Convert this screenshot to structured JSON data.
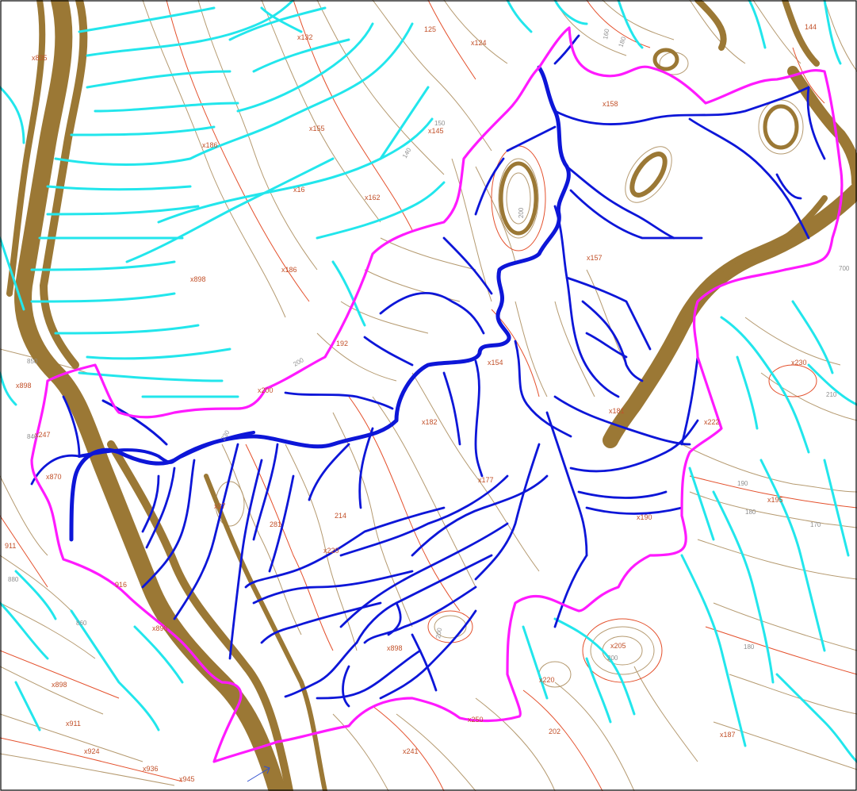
{
  "map": {
    "colors": {
      "contour_minor": "#b59a70",
      "contour_index": "#e4502c",
      "ridge": "#9b7835",
      "stream_outside": "#22e6ec",
      "stream_inside": "#0d16d8",
      "watershed_boundary": "#ff1aff",
      "label": "#c2512a"
    },
    "spot_heights": [
      {
        "id": "sh-835",
        "label": "x835"
      },
      {
        "id": "sh-132",
        "label": "x132"
      },
      {
        "id": "sh-124",
        "label": "x124"
      },
      {
        "id": "sh-144",
        "label": "144"
      },
      {
        "id": "sh-125",
        "label": "125"
      },
      {
        "id": "sh-158",
        "label": "x158"
      },
      {
        "id": "sh-155",
        "label": "x155"
      },
      {
        "id": "sh-145",
        "label": "x145"
      },
      {
        "id": "sh-186a",
        "label": "x186"
      },
      {
        "id": "sh-162",
        "label": "x162"
      },
      {
        "id": "sh-16",
        "label": "x16"
      },
      {
        "id": "sh-157",
        "label": "x157"
      },
      {
        "id": "sh-898a",
        "label": "x898"
      },
      {
        "id": "sh-186b",
        "label": "x186"
      },
      {
        "id": "sh-192",
        "label": "192"
      },
      {
        "id": "sh-154",
        "label": "x154"
      },
      {
        "id": "sh-230",
        "label": "x230"
      },
      {
        "id": "sh-898b",
        "label": "x898"
      },
      {
        "id": "sh-247",
        "label": "x247"
      },
      {
        "id": "sh-200a",
        "label": "x200"
      },
      {
        "id": "sh-182",
        "label": "x182"
      },
      {
        "id": "sh-181",
        "label": "x181"
      },
      {
        "id": "sh-222",
        "label": "x222"
      },
      {
        "id": "sh-870",
        "label": "x870"
      },
      {
        "id": "sh-177",
        "label": "x177"
      },
      {
        "id": "sh-195",
        "label": "x195"
      },
      {
        "id": "sh-37",
        "label": "x37"
      },
      {
        "id": "sh-214",
        "label": "214"
      },
      {
        "id": "sh-190",
        "label": "x190"
      },
      {
        "id": "sh-911",
        "label": "911"
      },
      {
        "id": "sh-220",
        "label": "x220"
      },
      {
        "id": "sh-916",
        "label": "916"
      },
      {
        "id": "sh-898c",
        "label": "x898"
      },
      {
        "id": "sh-898d",
        "label": "x898"
      },
      {
        "id": "sh-205",
        "label": "x205"
      },
      {
        "id": "sh-898e",
        "label": "x898"
      },
      {
        "id": "sh-220b",
        "label": "x220"
      },
      {
        "id": "sh-911b",
        "label": "x911"
      },
      {
        "id": "sh-924",
        "label": "x924"
      },
      {
        "id": "sh-241",
        "label": "x241"
      },
      {
        "id": "sh-202",
        "label": "202"
      },
      {
        "id": "sh-187",
        "label": "x187"
      },
      {
        "id": "sh-936",
        "label": "x936"
      },
      {
        "id": "sh-945",
        "label": "x945"
      },
      {
        "id": "sh-281",
        "label": "281"
      },
      {
        "id": "sh-250",
        "label": "x250"
      }
    ],
    "contour_labels": [
      {
        "id": "cl-180a",
        "label": "180"
      },
      {
        "id": "cl-160",
        "label": "160"
      },
      {
        "id": "cl-200a",
        "label": "200"
      },
      {
        "id": "cl-150",
        "label": "150"
      },
      {
        "id": "cl-140",
        "label": "140"
      },
      {
        "id": "cl-200b",
        "label": "200"
      },
      {
        "id": "cl-210",
        "label": "210"
      },
      {
        "id": "cl-190",
        "label": "190"
      },
      {
        "id": "cl-180b",
        "label": "180"
      },
      {
        "id": "cl-170",
        "label": "170"
      },
      {
        "id": "cl-700",
        "label": "700"
      },
      {
        "id": "cl-850",
        "label": "850"
      },
      {
        "id": "cl-840",
        "label": "840"
      },
      {
        "id": "cl-860",
        "label": "860"
      },
      {
        "id": "cl-880",
        "label": "880"
      },
      {
        "id": "cl-230",
        "label": "230"
      },
      {
        "id": "cl-200c",
        "label": "200"
      },
      {
        "id": "cl-200d",
        "label": "200"
      },
      {
        "id": "cl-180c",
        "label": "180"
      }
    ]
  }
}
